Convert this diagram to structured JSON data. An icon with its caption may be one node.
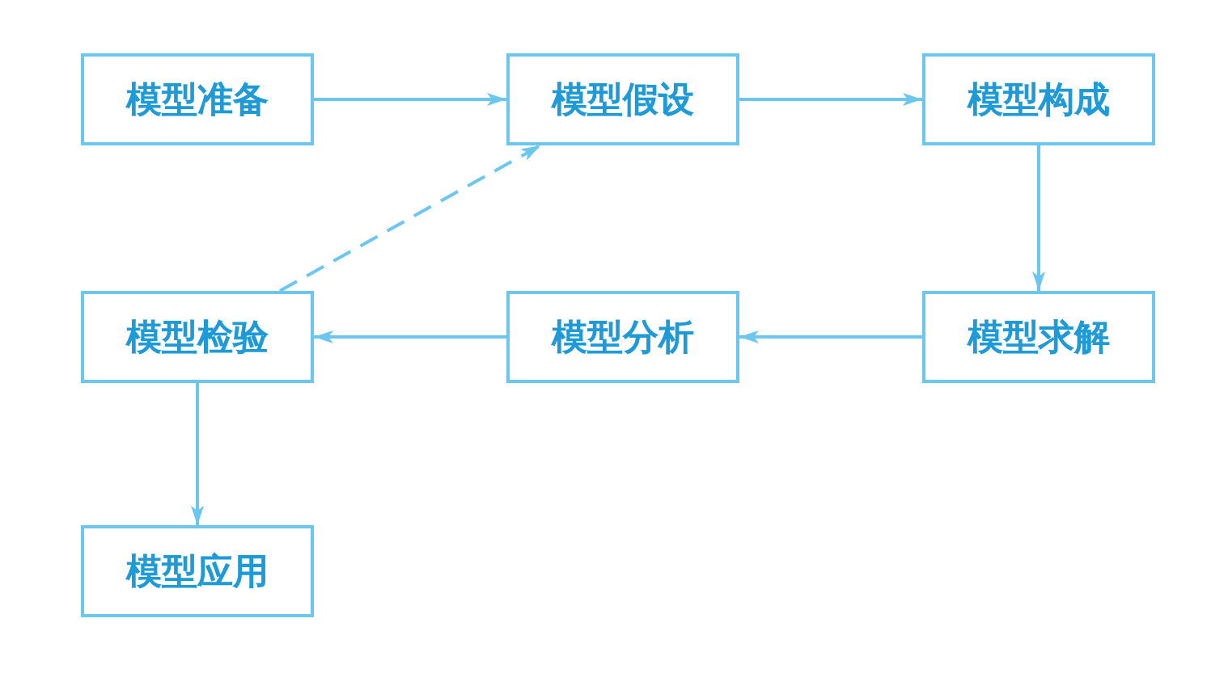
{
  "diagram": {
    "nodes": [
      {
        "text": [
          "模型准备"
        ]
      },
      {
        "text": [
          "模型假设"
        ]
      },
      {
        "text": [
          "模型构成"
        ]
      },
      {
        "text": [
          "模型求解"
        ]
      },
      {
        "text": [
          "模型分析"
        ]
      },
      {
        "text": [
          "模型检验"
        ]
      },
      {
        "text": [
          "模型应用"
        ]
      }
    ],
    "edges": [
      {
        "from": 0,
        "to": 1,
        "arrow": "to"
      },
      {
        "from": 1,
        "to": 2,
        "arrow": "to"
      },
      {
        "from": 2,
        "to": 3,
        "arrow": "to"
      },
      {
        "from": 3,
        "to": 4,
        "arrow": "to"
      },
      {
        "from": 4,
        "to": 5,
        "arrow": "to"
      },
      {
        "from": 5,
        "to": 1,
        "arrow": "to",
        "style": "dashed"
      },
      {
        "from": 5,
        "to": 6,
        "arrow": "to"
      }
    ]
  }
}
